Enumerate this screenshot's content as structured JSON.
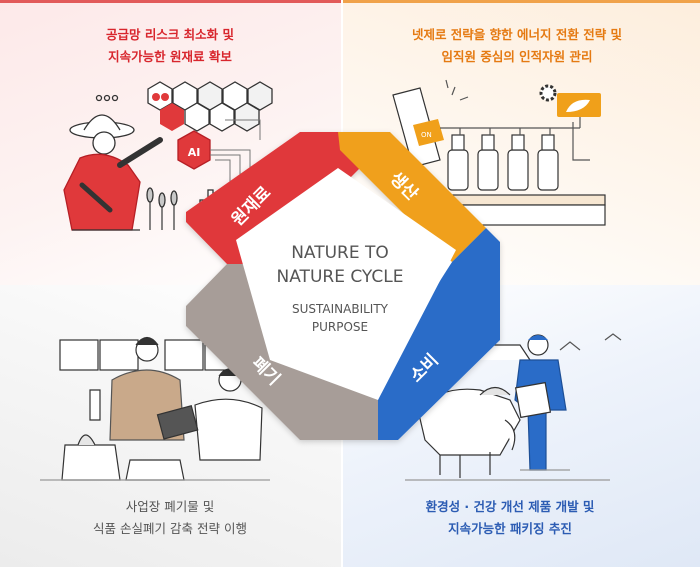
{
  "quadrants": {
    "top_left": {
      "line1": "공급망 리스크 최소화 및",
      "line2": "지속가능한 원재료 확보",
      "color": "#d8262d"
    },
    "top_right": {
      "line1": "넷제로 전략을 향한 에너지 전환 전략 및",
      "line2": "임직원 중심의 인적자원 관리",
      "color": "#e57a12"
    },
    "bottom_left": {
      "line1": "사업장 폐기물 및",
      "line2": "식품 손실폐기 감축 전략 이행",
      "color": "#555555"
    },
    "bottom_right": {
      "line1": "환경성 · 건강 개선 제품 개발 및",
      "line2": "지속가능한 패키징 추진",
      "color": "#2c5cb3"
    }
  },
  "cycle": {
    "title_line1": "NATURE TO",
    "title_line2": "NATURE CYCLE",
    "subtitle_line1": "SUSTAINABILITY",
    "subtitle_line2": "PURPOSE",
    "segments": [
      {
        "label": "원재료",
        "color": "#e0393b"
      },
      {
        "label": "생산",
        "color": "#f0a01a"
      },
      {
        "label": "소비",
        "color": "#2a6cc8"
      },
      {
        "label": "폐기",
        "color": "#a79d98"
      }
    ]
  },
  "icons": {
    "ai_badge": "AI",
    "carton_brand": "ON"
  }
}
